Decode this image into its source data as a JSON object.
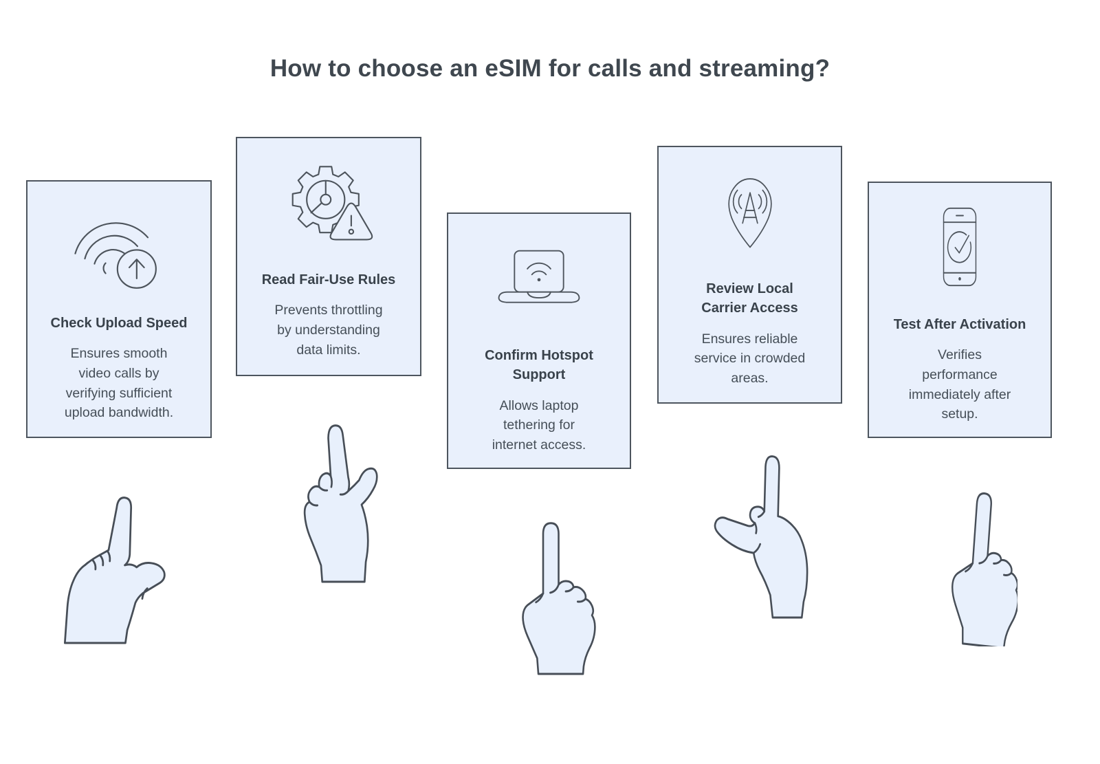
{
  "title": "How to choose an eSIM for calls and streaming?",
  "colors": {
    "background": "#ffffff",
    "card_background": "#e9f0fc",
    "card_border": "#4d555e",
    "icon_stroke": "#4d545c",
    "title_text": "#3f474f",
    "card_title_text": "#39424b",
    "card_body_text": "#454e57",
    "hand_fill": "#e8f0fc",
    "hand_outline": "#474e57"
  },
  "cards": [
    {
      "icon": "upload-speed-wifi-icon",
      "title": "Check Upload Speed",
      "description": "Ensures smooth\nvideo calls by\nverifying sufficient\nupload bandwidth."
    },
    {
      "icon": "fair-use-gauge-warning-icon",
      "title": "Read Fair-Use Rules",
      "description": "Prevents throttling\nby understanding\ndata limits."
    },
    {
      "icon": "laptop-hotspot-icon",
      "title": "Confirm Hotspot\nSupport",
      "description": "Allows laptop\ntethering for\ninternet access."
    },
    {
      "icon": "carrier-pin-antenna-icon",
      "title": "Review Local\nCarrier Access",
      "description": "Ensures reliable\nservice in crowded\nareas."
    },
    {
      "icon": "phone-check-icon",
      "title": "Test After Activation",
      "description": "Verifies\nperformance\nimmediately after\nsetup."
    }
  ],
  "hands": [
    "pointing-hand-thumb-right",
    "pointing-hand-back-view",
    "pointing-hand-front-view",
    "pointing-hand-thumb-left",
    "pointing-hand-front-view-tilted"
  ]
}
